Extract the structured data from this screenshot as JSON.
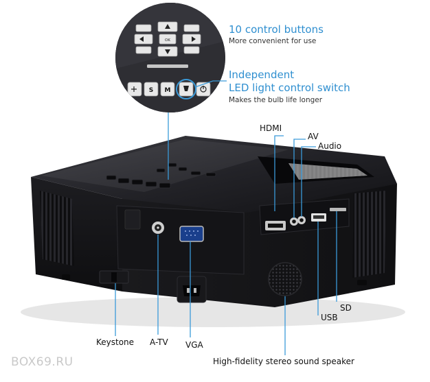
{
  "callouts": {
    "control_title": "10 control buttons",
    "control_sub": "More convenient for use",
    "led_title_1": "Independent",
    "led_title_2": "LED light control switch",
    "led_sub": "Makes the bulb life longer"
  },
  "ports": {
    "hdmi": "HDMI",
    "av": "AV",
    "audio": "Audio",
    "usb": "USB",
    "sd": "SD",
    "keystone": "Keystone",
    "atv": "A-TV",
    "vga": "VGA",
    "speaker": "High-fidelity stereo sound speaker"
  },
  "keys": {
    "ok": "OK",
    "s": "S",
    "m": "M"
  },
  "watermark": "BOX69.RU",
  "colors": {
    "callout_blue": "#2f8fd0",
    "line_blue": "#3a9ad9",
    "body": "#1b1b1e"
  }
}
